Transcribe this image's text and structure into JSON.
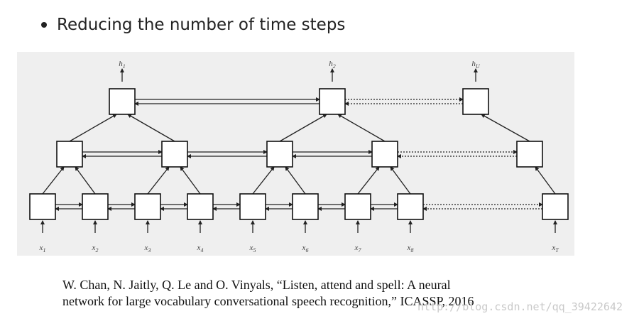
{
  "slide": {
    "bullet_text": "Reducing the number of time steps"
  },
  "diagram": {
    "top_labels": [
      {
        "base": "h",
        "sub": "1"
      },
      {
        "base": "h",
        "sub": "2"
      },
      {
        "base": "h",
        "sub": "U"
      }
    ],
    "input_labels": [
      {
        "base": "x",
        "sub": "1"
      },
      {
        "base": "x",
        "sub": "2"
      },
      {
        "base": "x",
        "sub": "3"
      },
      {
        "base": "x",
        "sub": "4"
      },
      {
        "base": "x",
        "sub": "5"
      },
      {
        "base": "x",
        "sub": "6"
      },
      {
        "base": "x",
        "sub": "7"
      },
      {
        "base": "x",
        "sub": "8"
      },
      {
        "base": "x",
        "sub": "T"
      }
    ]
  },
  "citation": {
    "line1": "W. Chan, N. Jaitly, Q. Le and O. Vinyals, “Listen, attend and spell: A neural",
    "line2": "network for large vocabulary conversational speech recognition,” ICASSP, 2016"
  },
  "watermark": "http://blog.csdn.net/qq_39422642"
}
